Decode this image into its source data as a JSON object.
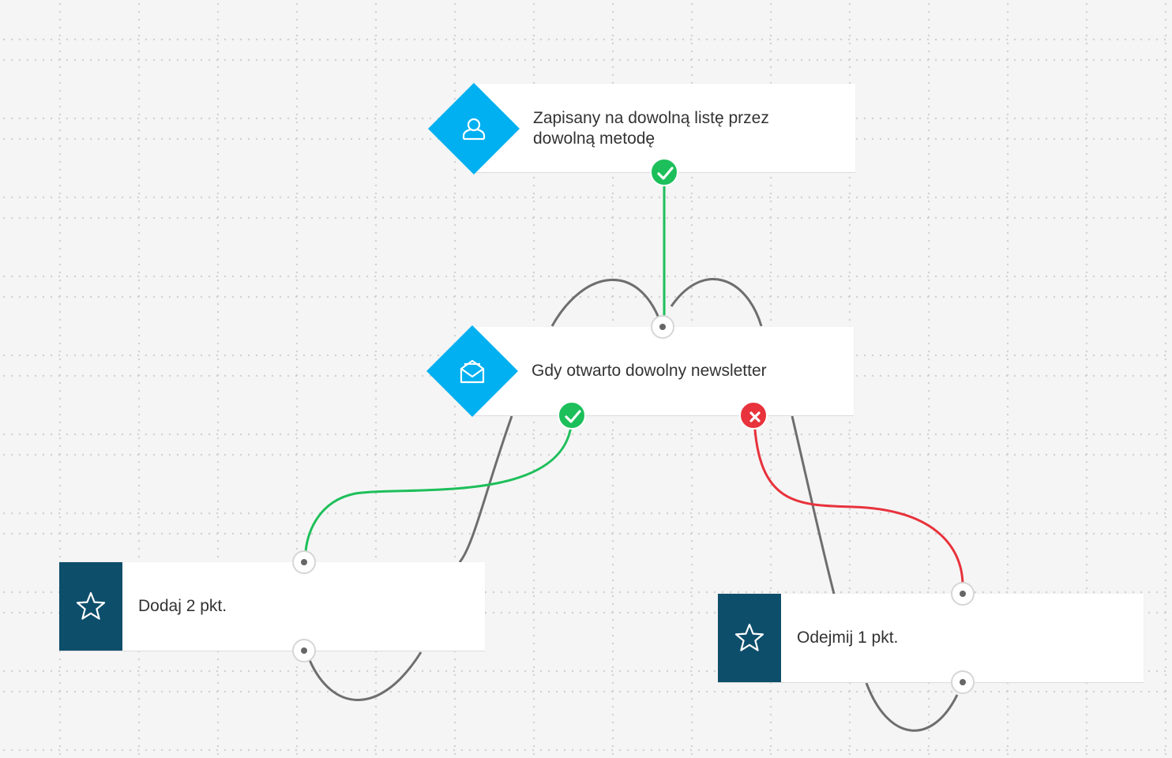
{
  "nodes": {
    "trigger": {
      "label": "Zapisany na dowolną listę przez dowolną metodę",
      "icon": "user-icon",
      "color": "#00b0f0"
    },
    "condition": {
      "label": "Gdy otwarto dowolny newsletter",
      "icon": "open-envelope-icon",
      "color": "#00b0f0"
    },
    "action_add": {
      "label": "Dodaj 2 pkt.",
      "icon": "star-icon",
      "color": "#0d4e6b"
    },
    "action_subtract": {
      "label": "Odejmij 1 pkt.",
      "icon": "star-icon",
      "color": "#0d4e6b"
    }
  },
  "connection_colors": {
    "yes": "#1dbf5a",
    "no": "#e8323c",
    "idle": "#6e6e6e"
  }
}
